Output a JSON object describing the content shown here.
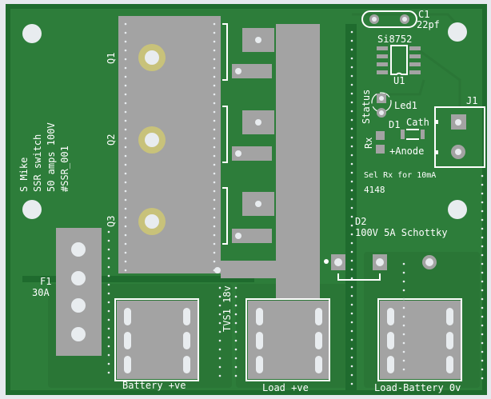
{
  "board": {
    "colors": {
      "background": "#e6e9ee",
      "soldermask": "#2d7d3a",
      "pour": "#1f6b2e",
      "copper": "#a3a3a3",
      "silkscreen": "#ffffff",
      "gold": "#c8c27a"
    },
    "notes": [
      "S Mike",
      "SSR switch",
      "50 amps 100V",
      "#SSR_001"
    ],
    "components": {
      "q1": "Q1",
      "q2": "Q2",
      "q3": "Q3",
      "c1": "C1",
      "c1_value": "22pf",
      "u1_part": "Si8752",
      "u1": "U1",
      "status": "Status",
      "led1": "Led1",
      "d1": "D1",
      "cath": "Cath",
      "anode": "+Anode",
      "rx": "Rx",
      "j1": "J1",
      "sel_note": "Sel Rx for 10mA",
      "d1_part": "4148",
      "d2": "D2",
      "d2_value": "100V 5A Schottky",
      "f1": "F1",
      "f1_value": "30A",
      "tvs1": "TVS1 18v"
    },
    "terminals": {
      "battery": "Battery +ve",
      "load": "Load +ve",
      "ground": "Load-Battery 0v"
    }
  }
}
